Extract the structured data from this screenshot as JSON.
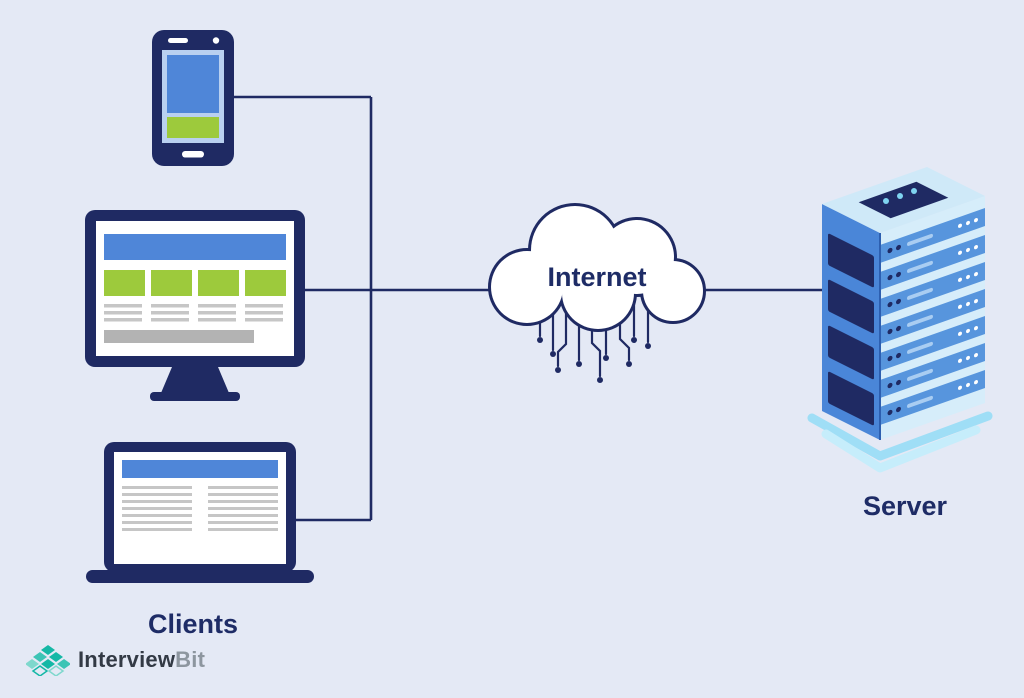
{
  "labels": {
    "internet": "Internet",
    "clients": "Clients",
    "server": "Server"
  },
  "logo": {
    "primary": "Interview",
    "secondary": "Bit"
  },
  "icons": [
    "smartphone-icon",
    "desktop-monitor-icon",
    "laptop-icon",
    "internet-cloud-icon",
    "circuit-lines-icon",
    "server-rack-icon",
    "interviewbit-logo-icon"
  ],
  "colors": {
    "background": "#e4e9f5",
    "navy": "#1f2a63",
    "screen_blue": "#4f86d8",
    "green": "#9dca3c",
    "gray_line": "#c6c6c6",
    "server_left_face": "#4a86d8",
    "server_right_face": "#d6edfa",
    "server_slat": "#5795dd",
    "server_top_face": "#cfe9f8",
    "platform_cyan": "#9fdef6",
    "logo_teal": "#15b8a6",
    "logo_text_dark": "#333a45",
    "logo_text_gray": "#8d969f"
  }
}
